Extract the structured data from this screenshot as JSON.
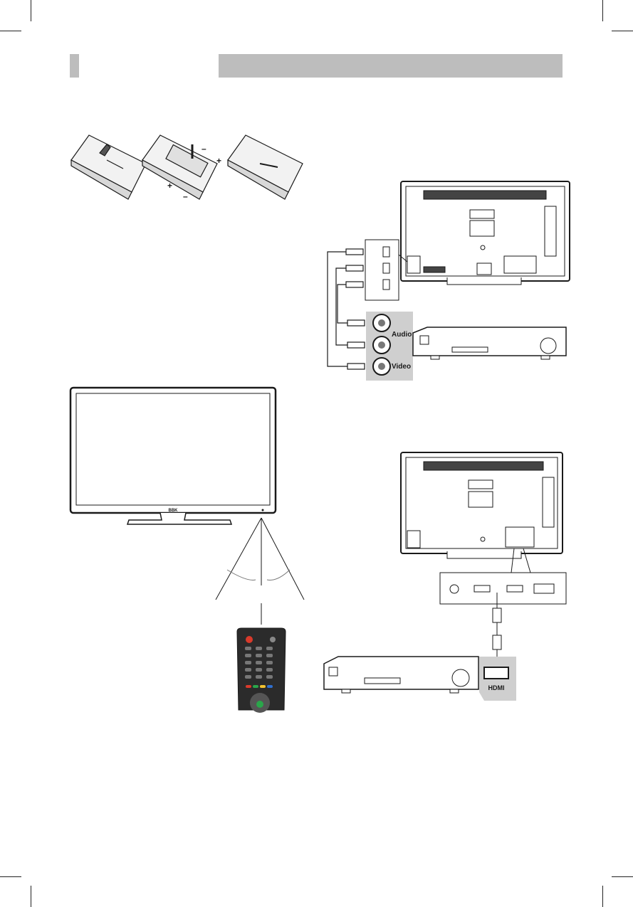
{
  "labels": {
    "audio": "Audio",
    "video": "Video",
    "hdmi": "HDMI",
    "brand": "BBK"
  },
  "battery_steps": {
    "plus": "+",
    "minus": "–"
  },
  "remote": {
    "key_colors": [
      "#d93a2b",
      "#2aa64a",
      "#f2c230",
      "#2f6fcf"
    ],
    "power_color": "#d93a2b",
    "ok_color": "#2aa64a"
  }
}
